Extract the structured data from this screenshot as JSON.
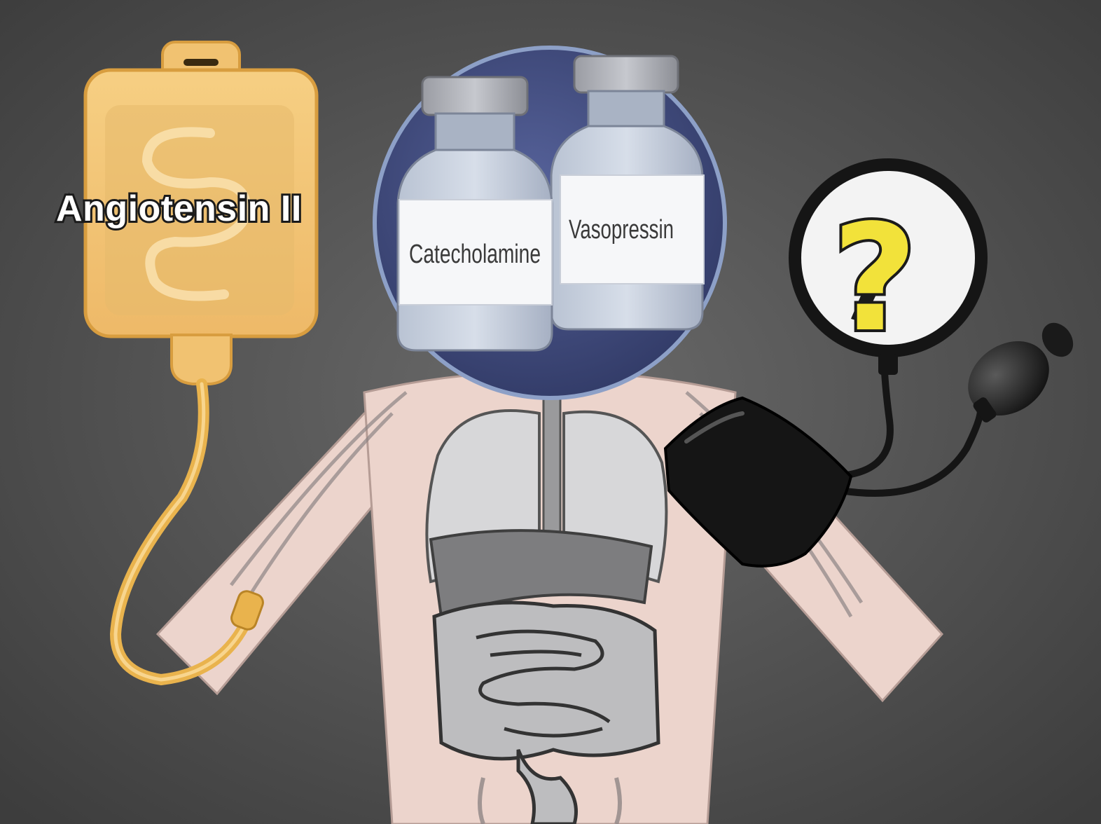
{
  "labels": {
    "bag": "Angiotensin II",
    "vial_left": "Catecholamine",
    "vial_right": "Vasopressin",
    "gauge_symbol": "?"
  },
  "colors": {
    "background": "#4c4c4c",
    "body_skin": "#ecd4cc",
    "iv_bag": "#f1c271",
    "iv_tube": "#e9b34d",
    "vial_circle": "#3f4a78",
    "bp_cuff": "#151515",
    "question_mark": "#f2e23a"
  },
  "icons": {
    "iv_bag": "iv-bag-icon",
    "vials": "medication-vial-icon",
    "gauge": "pressure-gauge-icon",
    "cuff": "blood-pressure-cuff-icon",
    "bulb": "inflation-bulb-icon"
  }
}
